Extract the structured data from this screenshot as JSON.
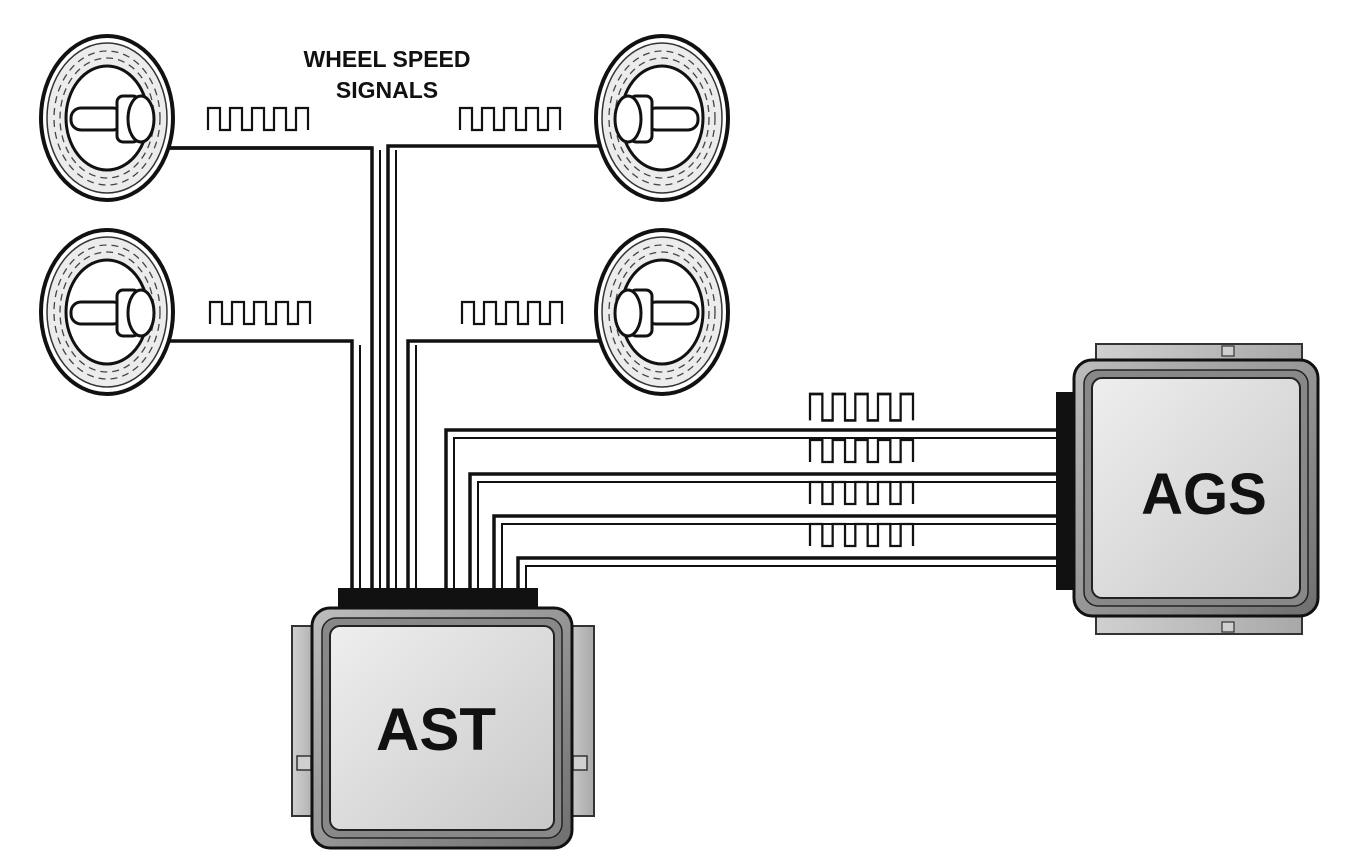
{
  "title": {
    "line1": "WHEEL SPEED",
    "line2": "SIGNALS"
  },
  "modules": {
    "ast": {
      "label": "AST"
    },
    "ags": {
      "label": "AGS"
    }
  },
  "colors": {
    "wire": "#111111",
    "module_face": "#d8d8d8",
    "module_frame": "#9a9a9a",
    "connector": "#111111",
    "rotor_ring": "#e6e6e6"
  },
  "icons": {
    "wheel_sensor": "wheel-speed-sensor-icon",
    "pulse_signal": "square-wave-icon"
  }
}
